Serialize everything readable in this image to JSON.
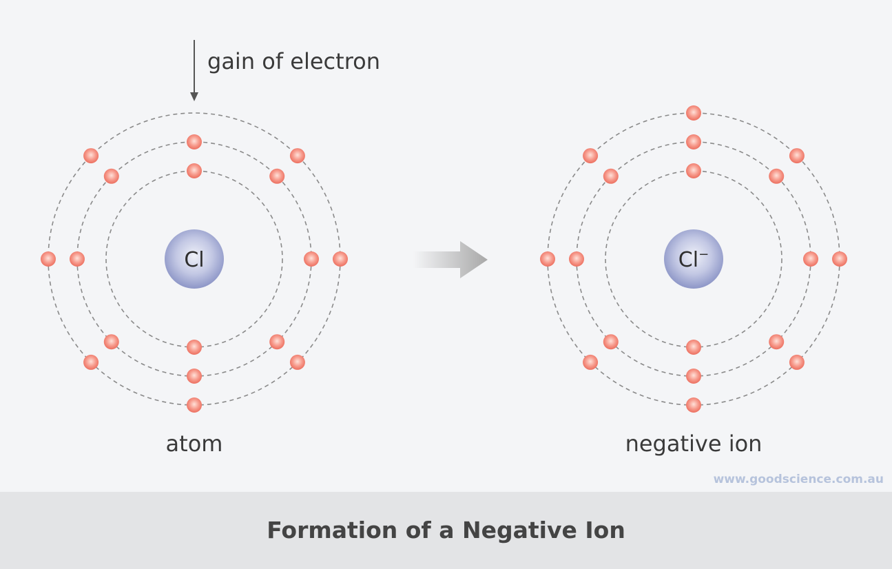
{
  "annotation": {
    "gain_label": "gain of electron"
  },
  "atom": {
    "label": "atom",
    "nucleus_symbol": "Cl",
    "shells": [
      2,
      8,
      7
    ],
    "missing_position_outer_shell": "top"
  },
  "ion": {
    "label": "negative ion",
    "nucleus_symbol": "Cl",
    "charge": "−",
    "shells": [
      2,
      8,
      8
    ]
  },
  "footer": {
    "title": "Formation of a Negative Ion"
  },
  "website": "www.goodscience.com.au",
  "colors": {
    "electron": "#f07f6f",
    "nucleus": "#8d96c7",
    "orbit": "#8a8a8a",
    "background": "#f4f5f7",
    "footer_bg": "#e3e4e6"
  },
  "icons": {
    "reaction_arrow": "arrow-right-icon",
    "gain_arrow": "arrow-down-icon"
  }
}
